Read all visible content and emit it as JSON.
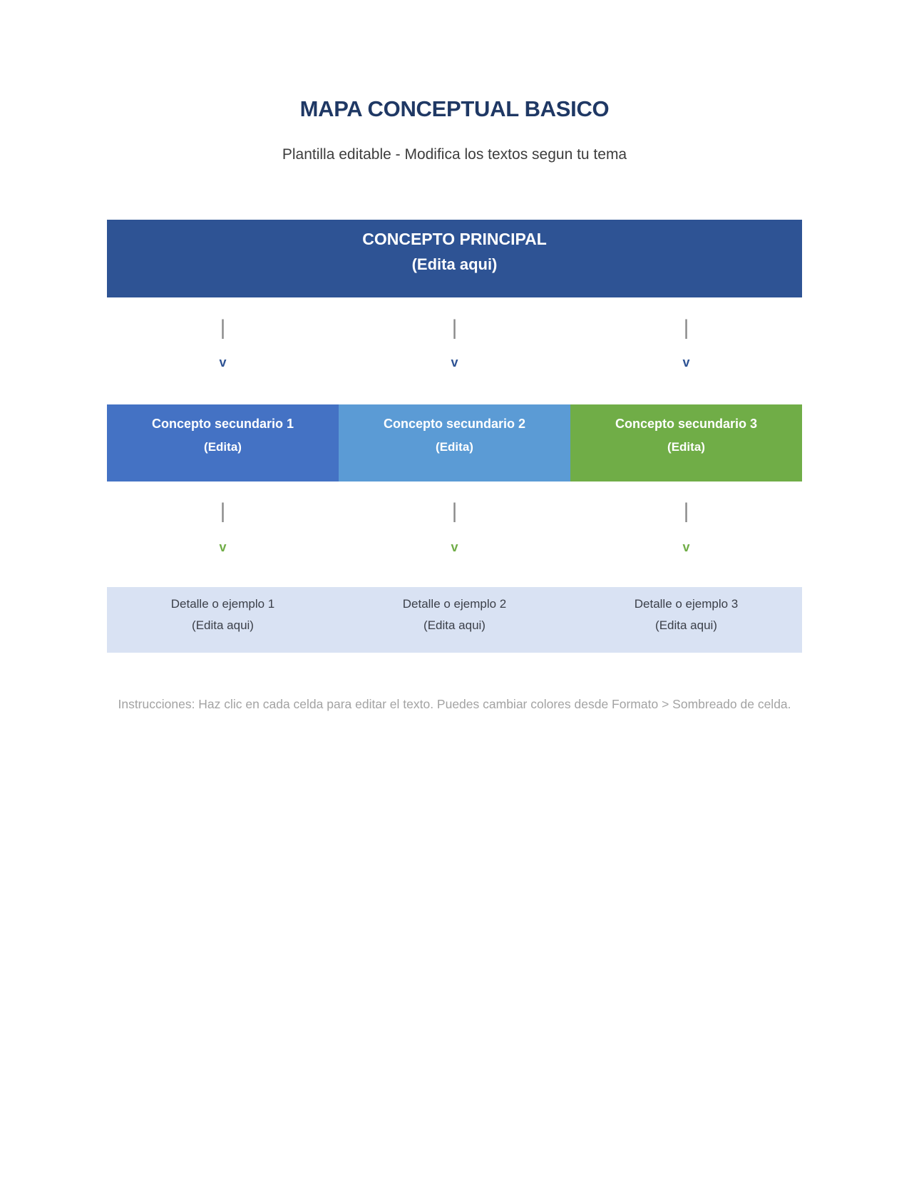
{
  "page": {
    "title": "MAPA CONCEPTUAL BASICO",
    "subtitle": "Plantilla editable - Modifica los textos segun tu tema",
    "instructions": "Instrucciones: Haz clic en cada celda para editar el texto. Puedes cambiar colores desde Formato > Sombreado de celda."
  },
  "main_concept": {
    "title": "CONCEPTO PRINCIPAL",
    "subtitle": "(Edita aqui)",
    "bg": "#2E5394"
  },
  "connectors": {
    "bar_glyph": "|",
    "arrow_glyph": "v",
    "bar_color": "#8a8a8a",
    "row1_arrow_color": "#2E5394",
    "row2_arrow_color": "#70AD47"
  },
  "secondary_concepts": [
    {
      "title": "Concepto secundario 1",
      "subtitle": "(Edita)",
      "bg": "#4472C4"
    },
    {
      "title": "Concepto secundario 2",
      "subtitle": "(Edita)",
      "bg": "#5B9BD5"
    },
    {
      "title": "Concepto secundario 3",
      "subtitle": "(Edita)",
      "bg": "#70AD47"
    }
  ],
  "details": {
    "bg": "#D9E2F3",
    "items": [
      {
        "title": "Detalle o ejemplo 1",
        "subtitle": "(Edita aqui)"
      },
      {
        "title": "Detalle o ejemplo 2",
        "subtitle": "(Edita aqui)"
      },
      {
        "title": "Detalle o ejemplo 3",
        "subtitle": "(Edita aqui)"
      }
    ]
  },
  "colors": {
    "title_color": "#1F3864",
    "subtitle_color": "#3d3d3d",
    "instructions_color": "#a3a3a3"
  }
}
